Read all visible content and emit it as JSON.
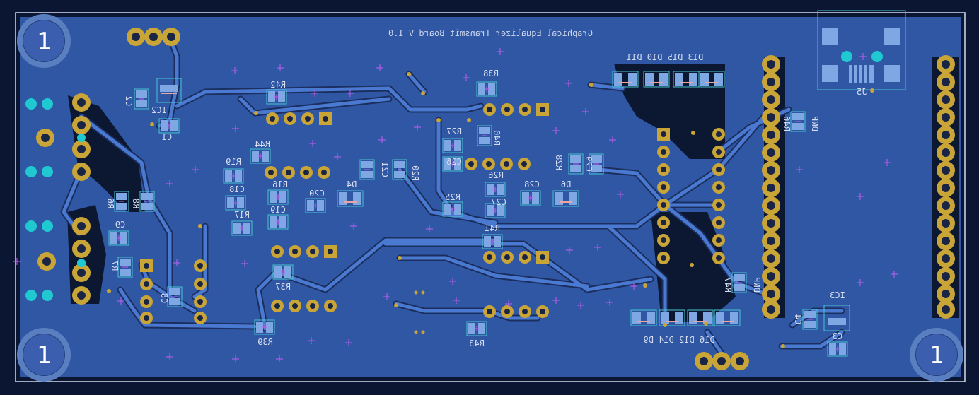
{
  "board": {
    "title": "Graphical Equalizer Transmit Board V 1.0",
    "fiducial_label": "1"
  },
  "colors": {
    "background": "#0b1633",
    "copper_fill": "#2f57a4",
    "copper_dark": "#0c1732",
    "trace": "#4a79d1",
    "trace_edge": "#1b2e5e",
    "pad_gold": "#c9a437",
    "pad_smd": "#7ea7e3",
    "silk_cyan": "#4ac6cf",
    "silk_white": "#d4dcef",
    "cross": "#c05cf0",
    "via_cyan": "#20c9d2"
  },
  "labels": [
    {
      "id": "c2",
      "text": "C2"
    },
    {
      "id": "ic2",
      "text": "IC2"
    },
    {
      "id": "c1",
      "text": "C1"
    },
    {
      "id": "r42",
      "text": "R42"
    },
    {
      "id": "r38",
      "text": "R38"
    },
    {
      "id": "r27",
      "text": "R27"
    },
    {
      "id": "r40",
      "text": "R40"
    },
    {
      "id": "r44",
      "text": "R44"
    },
    {
      "id": "r19",
      "text": "R19"
    },
    {
      "id": "c18",
      "text": "C18"
    },
    {
      "id": "r16",
      "text": "R16"
    },
    {
      "id": "c19",
      "text": "C19"
    },
    {
      "id": "r17",
      "text": "R17"
    },
    {
      "id": "c20",
      "text": "C20"
    },
    {
      "id": "d4",
      "text": "D4"
    },
    {
      "id": "c21",
      "text": "C21"
    },
    {
      "id": "r20",
      "text": "R20"
    },
    {
      "id": "c26",
      "text": "C26"
    },
    {
      "id": "r26",
      "text": "R26"
    },
    {
      "id": "r25",
      "text": "R25"
    },
    {
      "id": "c27",
      "text": "C27"
    },
    {
      "id": "c28",
      "text": "C28"
    },
    {
      "id": "r28",
      "text": "R28"
    },
    {
      "id": "c29",
      "text": "C29"
    },
    {
      "id": "d6",
      "text": "D6"
    },
    {
      "id": "r41",
      "text": "R41"
    },
    {
      "id": "r6",
      "text": "R6"
    },
    {
      "id": "r8",
      "text": "R8"
    },
    {
      "id": "c9",
      "text": "C9"
    },
    {
      "id": "r7",
      "text": "R7"
    },
    {
      "id": "c8",
      "text": "C8"
    },
    {
      "id": "r37",
      "text": "R37"
    },
    {
      "id": "r39",
      "text": "R39"
    },
    {
      "id": "r43",
      "text": "R43"
    },
    {
      "id": "dtop",
      "text": "D13 D15 D10 D11"
    },
    {
      "id": "dbot",
      "text": "D16 D12 D14 D9"
    },
    {
      "id": "r46",
      "text": "R46"
    },
    {
      "id": "dnp1",
      "text": "DNP"
    },
    {
      "id": "r47",
      "text": "R47"
    },
    {
      "id": "dnp2",
      "text": "DNP"
    },
    {
      "id": "ic3",
      "text": "IC3"
    },
    {
      "id": "c4",
      "text": "C4"
    },
    {
      "id": "c3",
      "text": "C3"
    },
    {
      "id": "j5",
      "text": "J5"
    }
  ]
}
